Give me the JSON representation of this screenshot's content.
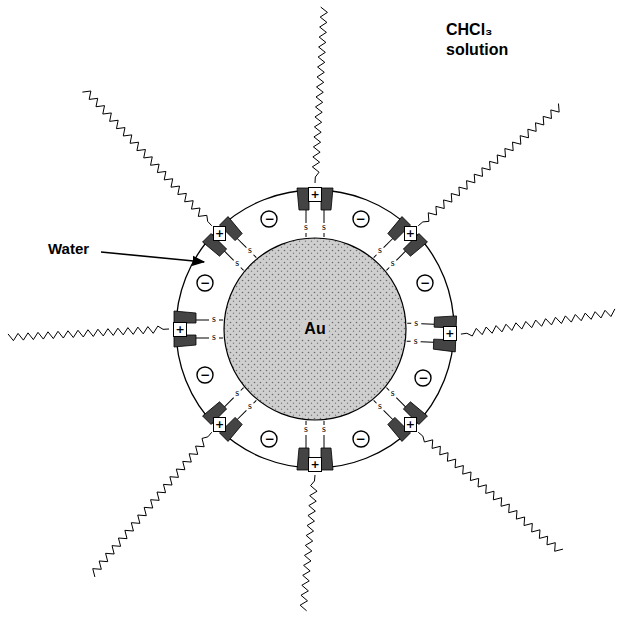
{
  "diagram": {
    "nodes": [
      {
        "text": [
          "Au"
        ]
      },
      {
        "text": [
          "+"
        ]
      },
      {
        "text": [
          "−"
        ]
      },
      {
        "text": [
          "+"
        ]
      },
      {
        "text": [
          "−"
        ]
      },
      {
        "text": [
          "+"
        ]
      },
      {
        "text": [
          "−"
        ]
      },
      {
        "text": [
          "+"
        ]
      },
      {
        "text": [
          "−"
        ]
      },
      {
        "text": [
          "+"
        ]
      },
      {
        "text": [
          "−"
        ]
      },
      {
        "text": [
          "+"
        ]
      },
      {
        "text": [
          "−"
        ]
      },
      {
        "text": [
          "+"
        ]
      },
      {
        "text": [
          "−"
        ]
      },
      {
        "text": [
          "+"
        ]
      },
      {
        "text": [
          "−"
        ]
      }
    ],
    "labels": [
      "Water",
      "CHCl₃ solution",
      "s",
      "s",
      "s",
      "s",
      "s",
      "s",
      "s",
      "s",
      "s",
      "s",
      "s",
      "s",
      "s",
      "s",
      "s",
      "s"
    ]
  }
}
